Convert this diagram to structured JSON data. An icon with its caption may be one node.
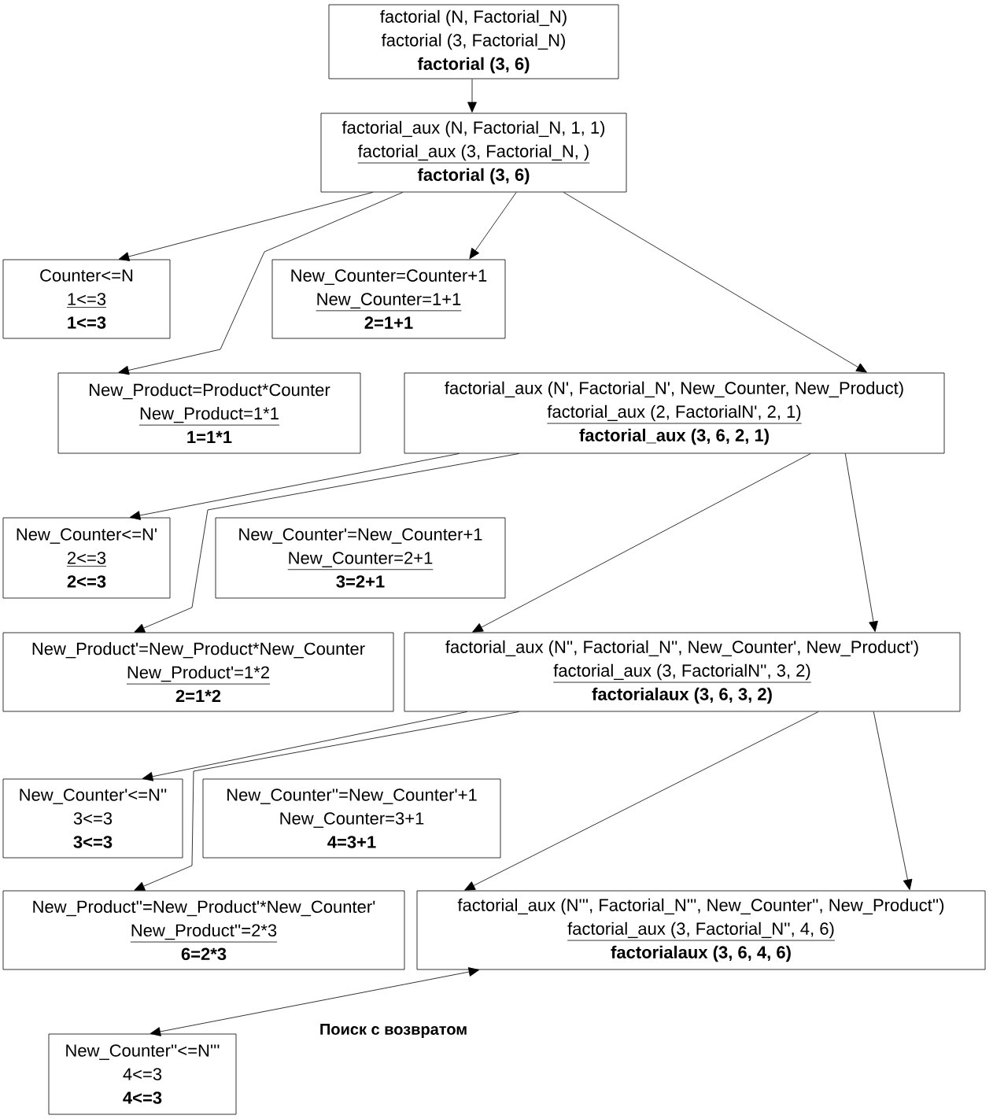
{
  "diagram": {
    "nodes": [
      {
        "text": [
          "factorial (N, Factorial_N)",
          "factorial (3, Factorial_N)",
          "factorial (3, 6)"
        ]
      },
      {
        "text": [
          "factorial_aux (N, Factorial_N, 1, 1)",
          "factorial_aux (3, Factorial_N, )",
          "factorial (3, 6)"
        ]
      },
      {
        "text": [
          "Counter<=N",
          "1<=3",
          "1<=3"
        ]
      },
      {
        "text": [
          "New_Counter=Counter+1",
          "New_Counter=1+1",
          "2=1+1"
        ]
      },
      {
        "text": [
          "New_Product=Product*Counter",
          "New_Product=1*1",
          "1=1*1"
        ]
      },
      {
        "text": [
          "factorial_aux (N', Factorial_N', New_Counter, New_Product)",
          "factorial_aux (2, FactorialN', 2, 1)",
          "factorial_aux (3, 6, 2, 1)"
        ]
      },
      {
        "text": [
          "New_Counter<=N'",
          "2<=3",
          "2<=3"
        ]
      },
      {
        "text": [
          "New_Counter'=New_Counter+1",
          "New_Counter=2+1",
          "3=2+1"
        ]
      },
      {
        "text": [
          "New_Product'=New_Product*New_Counter",
          "New_Product'=1*2",
          "2=1*2"
        ]
      },
      {
        "text": [
          "factorial_aux (N'', Factorial_N'', New_Counter', New_Product')",
          "factorial_aux (3, FactorialN'', 3, 2)",
          "factorialaux (3, 6, 3, 2)"
        ]
      },
      {
        "text": [
          "New_Counter'<=N''",
          "3<=3",
          "3<=3"
        ]
      },
      {
        "text": [
          "New_Counter''=New_Counter'+1",
          "New_Counter=3+1",
          "4=3+1"
        ]
      },
      {
        "text": [
          "New_Product''=New_Product'*New_Counter'",
          "New_Product''=2*3",
          "6=2*3"
        ]
      },
      {
        "text": [
          "factorial_aux (N''', Factorial_N''', New_Counter'', New_Product'')",
          "factorial_aux (3, Factorial_N'', 4, 6)",
          "factorialaux (3, 6, 4, 6)"
        ]
      },
      {
        "text": [
          "New_Counter''<=N'''",
          "4<=3",
          "4<=3"
        ]
      }
    ],
    "edges": [
      {
        "from": 0,
        "to": 1,
        "arrow": "to"
      },
      {
        "from": 1,
        "to": 2,
        "arrow": "to"
      },
      {
        "from": 1,
        "to": 4,
        "arrow": "to"
      },
      {
        "from": 1,
        "to": 3,
        "arrow": "to"
      },
      {
        "from": 1,
        "to": 5,
        "arrow": "to"
      },
      {
        "from": 5,
        "to": 6,
        "arrow": "to"
      },
      {
        "from": 5,
        "to": 8,
        "arrow": "to"
      },
      {
        "from": 5,
        "to": 9,
        "arrow": "to"
      },
      {
        "from": 5,
        "to": 9,
        "arrow": "to"
      },
      {
        "from": 9,
        "to": 10,
        "arrow": "to"
      },
      {
        "from": 9,
        "to": 12,
        "arrow": "to"
      },
      {
        "from": 9,
        "to": 13,
        "arrow": "to"
      },
      {
        "from": 9,
        "to": 13,
        "arrow": "to"
      },
      {
        "from": 13,
        "to": 14,
        "arrow": "both",
        "label": "Поиск с возвратом"
      }
    ]
  }
}
